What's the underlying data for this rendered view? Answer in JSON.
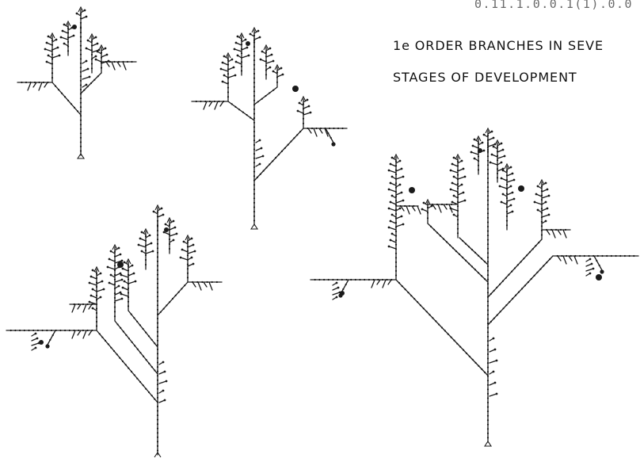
{
  "header": {
    "code": "0.11.1.0.0.1(1).0.0"
  },
  "title": {
    "line1": "1e ORDER BRANCHES IN SEVE",
    "line2": "STAGES OF DEVELOPMENT"
  },
  "figure": {
    "stroke_color": "#1a1a1a",
    "trees": [
      {
        "stage": 1
      },
      {
        "stage": 2
      },
      {
        "stage": 3
      },
      {
        "stage": 4
      }
    ]
  }
}
